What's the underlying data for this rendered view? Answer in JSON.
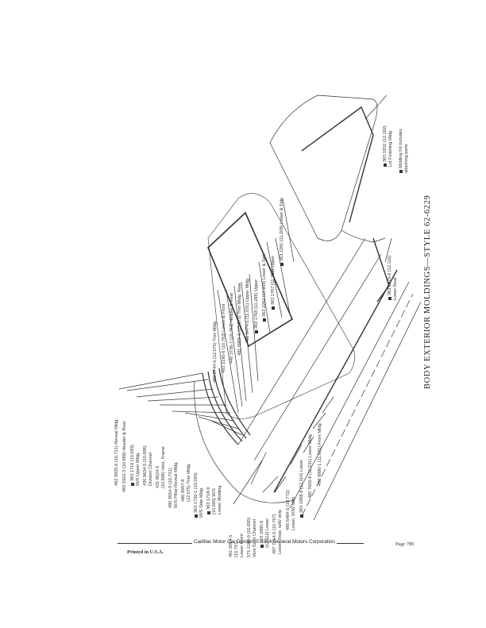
{
  "title": "BODY EXTERIOR MOLDINGS—STYLE 62-6229",
  "footer": {
    "division": "Cadillac Motor Car Division © 1964 General Motors Corporation",
    "printed": "Printed in U.S.A.",
    "page": "Page 789"
  },
  "labels_left": [
    {
      "lines": [
        "482 9935-6 (10.721)  Reveal Mldg."
      ]
    },
    {
      "lines": [
        "482 5922-3 (10.689)  Header & Rear"
      ]
    },
    {
      "kit": true,
      "lines": [
        "363 1716 (10.093)",
        "W/S Upper Mldg."
      ]
    },
    {
      "lines": [
        "430 8634-5 (10.686)",
        "Division Channel"
      ]
    },
    {
      "lines": [
        "431 8624-5",
        "(10.686) Vent. Frame"
      ]
    },
    {
      "lines": [
        "480 9554-5 (10.721)",
        "W/S Pillar Reveal Mldg."
      ]
    },
    {
      "lines": [
        "480 9567-8",
        "(12.075) Trim Mldg."
      ]
    },
    {
      "kit": true,
      "lines": [
        "363 1720-1 (10.093)",
        "W/S Side Mldg."
      ]
    },
    {
      "kit": true,
      "lines": [
        "363 1718-9",
        "(10.093) W/S",
        "Lower Molding"
      ]
    },
    {
      "lines": [
        "481 0064-5",
        "(10.707)",
        "Lower Front"
      ]
    },
    {
      "lines": [
        "571 1168-9 (10.655)",
        "Vent Sash Channel"
      ]
    },
    {
      "kit": true,
      "lines": [
        "363 1885-6",
        "(12.112) Lower"
      ]
    },
    {
      "lines": [
        "487 7354-5 (10.707)",
        "Lower, Rear, w/W strip"
      ]
    },
    {
      "lines": [
        "485 6484-5 (10.772)",
        "Lower, W/W strip"
      ]
    },
    {
      "kit": true,
      "lines": [
        "363 1888-9 (12.114)  Lower"
      ]
    },
    {
      "lines": [
        "480 7605-6 (11.031)  Lower Mldg."
      ]
    },
    {
      "lines": [
        "480 9990-1 (11.031)  Front Mldg."
      ]
    }
  ],
  "labels_top": [
    {
      "lines": [
        "480 8744-5 (12.075)  Trim Mldg."
      ]
    },
    {
      "lines": [
        "483 2195-6 (10.763) Lower & Front"
      ]
    },
    {
      "lines": [
        "440 3736-7 (10.763) Header & Rear"
      ]
    },
    {
      "lines": [
        "481 0905-6 (13.075) Trim Mldg. Rear"
      ]
    },
    {
      "lines": [
        "481 0474-5 (11.031) Upper Mldg."
      ]
    },
    {
      "kit": true,
      "lines": [
        "363 1768 (11.288) Upper"
      ]
    },
    {
      "kit": true,
      "lines": [
        "363 2282 (11.208) Lower & Side"
      ]
    },
    {
      "kit": true,
      "lines": [
        "363 1767 (11.288) Upper"
      ]
    },
    {
      "kit": true,
      "lines": [
        "363 2281 (11.208) Lower & Side"
      ]
    },
    {
      "kit": true,
      "lines": [
        "363 1875-6 (12.116)",
        "Lower Rear"
      ]
    },
    {
      "kit": true,
      "lines": [
        "363 1832 (12.182)",
        "Lid Finishing Mldg"
      ]
    },
    {
      "kit": true,
      "lines": [
        "Molding Kit includes",
        "attaching parts"
      ]
    }
  ]
}
